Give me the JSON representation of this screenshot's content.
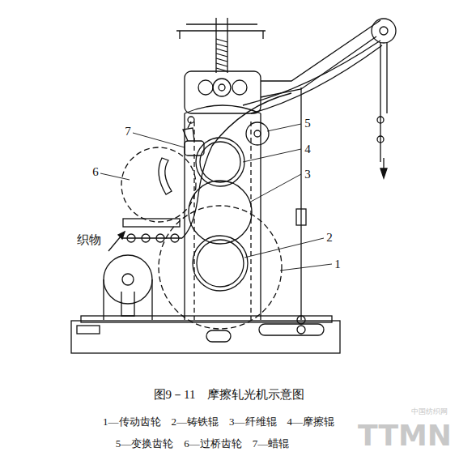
{
  "diagram": {
    "caption": "图9－11　摩擦轧光机示意图",
    "labels": [
      "7",
      "6",
      "5",
      "4",
      "3",
      "2",
      "1",
      "织物",
      "1—传动齿轮　2—铸铁辊　3—纤维辊　4—摩擦辊",
      "5—变换齿轮　6—过桥齿轮　7—蜡辊",
      "中国纺织网",
      "TTMN"
    ]
  }
}
